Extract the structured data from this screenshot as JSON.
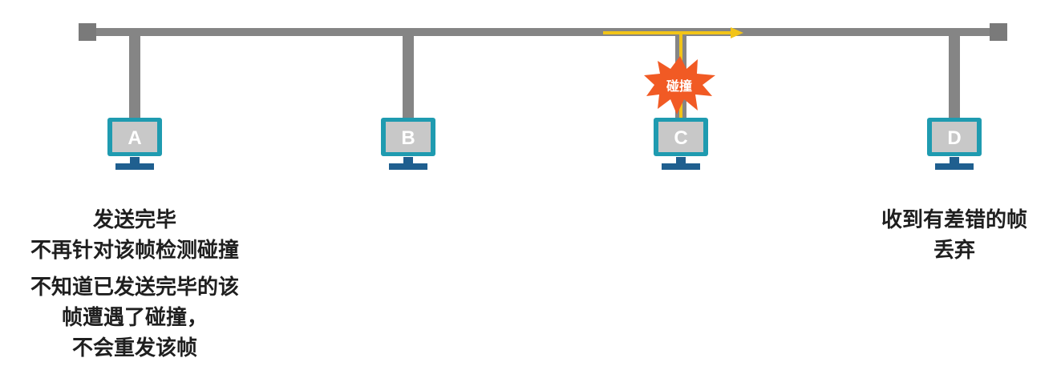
{
  "nodes": [
    {
      "id": "a",
      "letter": "A"
    },
    {
      "id": "b",
      "letter": "B"
    },
    {
      "id": "c",
      "letter": "C"
    },
    {
      "id": "d",
      "letter": "D"
    }
  ],
  "collision_label": "碰撞",
  "notes": {
    "a_sent": [
      "发送完毕",
      "不再针对该帧检测碰撞"
    ],
    "a_unaware": [
      "不知道已发送完毕的该",
      "帧遭遇了碰撞，",
      "不会重发该帧"
    ],
    "d_received": [
      "收到有差错的帧",
      "丢弃"
    ]
  },
  "colors": {
    "bus": "#858585",
    "bus_terminator": "#7a7a7a",
    "monitor_frame": "#1f9bb0",
    "monitor_screen": "#c8c8c8",
    "monitor_stand": "#1f5f8f",
    "signal": "#f2c418",
    "collision_burst": "#f15a24"
  }
}
